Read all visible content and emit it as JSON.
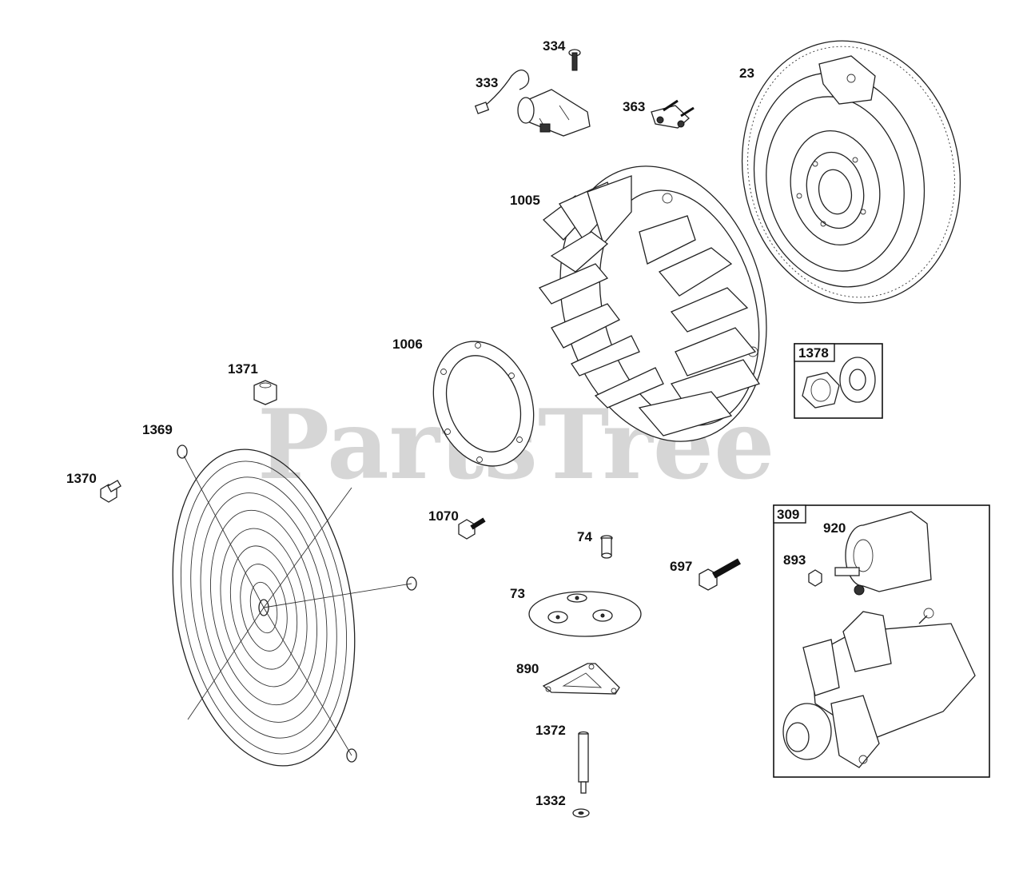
{
  "watermark": "PartsTree",
  "labels": {
    "p334": "334",
    "p333": "333",
    "p363": "363",
    "p23": "23",
    "p1005": "1005",
    "p1006": "1006",
    "p1378": "1378",
    "p1371": "1371",
    "p1369": "1369",
    "p1370": "1370",
    "p1070": "1070",
    "p74": "74",
    "p697": "697",
    "p73": "73",
    "p890": "890",
    "p1372": "1372",
    "p1332": "1332",
    "p309": "309",
    "p920": "920",
    "p893": "893"
  }
}
